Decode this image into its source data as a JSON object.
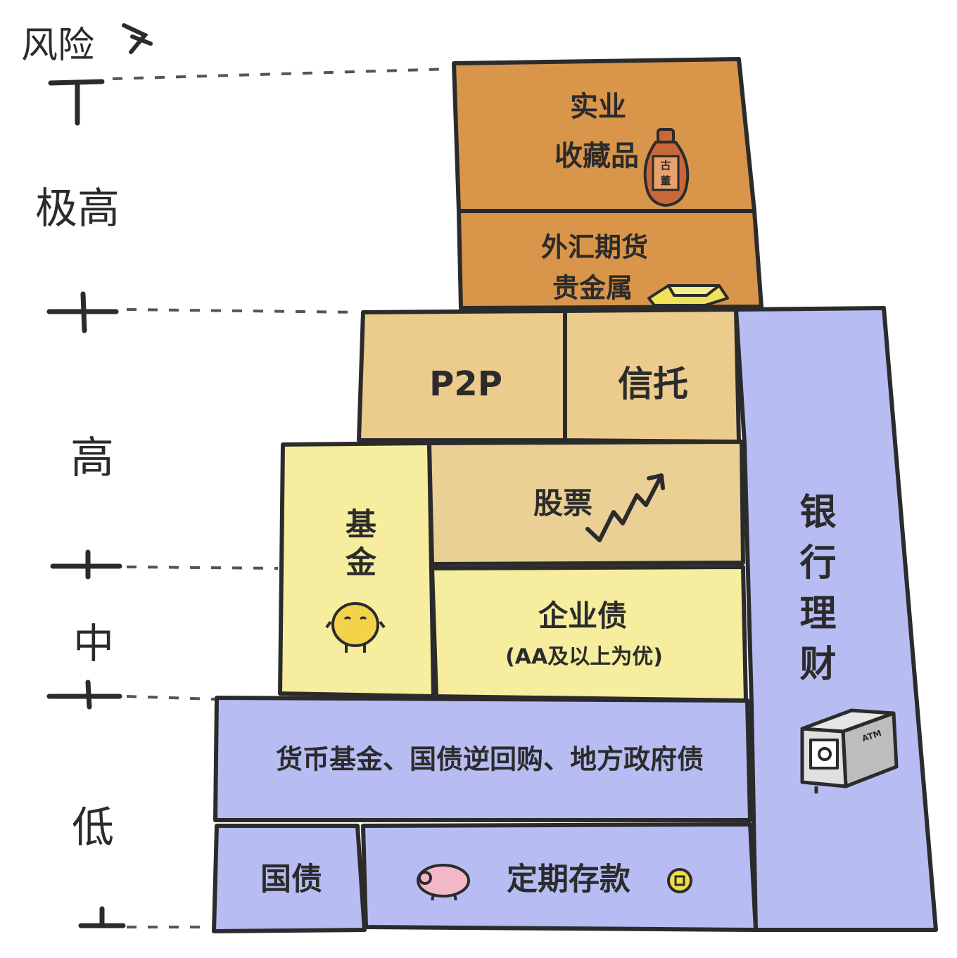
{
  "axis": {
    "title": "风险",
    "levels": [
      "极高",
      "高",
      "中",
      "低"
    ]
  },
  "boxes": {
    "industry": {
      "line1": "实业",
      "line2": "收藏品",
      "tag": "古董"
    },
    "forex": {
      "line1": "外汇期货",
      "line2": "贵金属"
    },
    "p2p": {
      "label": "P2P"
    },
    "trust": {
      "label": "信托"
    },
    "fund": {
      "label": "基金"
    },
    "stock": {
      "label": "股票"
    },
    "corp_bond": {
      "line1": "企业债",
      "line2": "(AA及以上为优)"
    },
    "bank": {
      "label": "银行理财",
      "atm_tag": "ATM"
    },
    "money_fund": {
      "label": "货币基金、国债逆回购、地方政府债"
    },
    "treasury": {
      "label": "国债"
    },
    "deposit": {
      "label": "定期存款"
    }
  },
  "colors": {
    "very_high": "#d9964a",
    "high": "#ebcc8d",
    "stock": "#ead094",
    "medium": "#f6ed9e",
    "low": "#b7bdf2",
    "outline": "#2b2b2b"
  }
}
